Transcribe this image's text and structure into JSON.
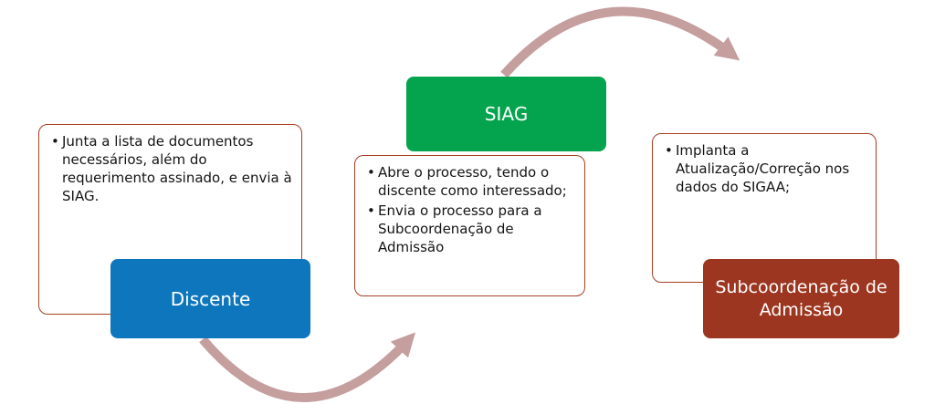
{
  "diagram": {
    "title": "",
    "type": "process-flow",
    "steps": [
      {
        "label": "Discente",
        "color": "#0e76bd",
        "notes": [
          "Junta a lista de documentos necessários, além do requerimento assinado, e envia à SIAG."
        ]
      },
      {
        "label": "SIAG",
        "color": "#04a44e",
        "notes": [
          "Abre o processo, tendo o discente como interessado;",
          "Envia o processo para a Subcoordenação de Admissão"
        ]
      },
      {
        "label": "Subcoordenação de Admissão",
        "color": "#9d3620",
        "notes": [
          "Implanta a Atualização/Correção nos dados do SIGAA;"
        ]
      }
    ],
    "arrows": [
      {
        "from": "Discente",
        "to": "SIAG"
      },
      {
        "from": "SIAG",
        "to": "Subcoordenação de Admissão"
      }
    ],
    "colors": {
      "arrow": "#c59e9e",
      "note_border": "#a63e22",
      "note_background": "#ffffff",
      "note_text": "#141414",
      "label_text": "#ffffff"
    }
  }
}
